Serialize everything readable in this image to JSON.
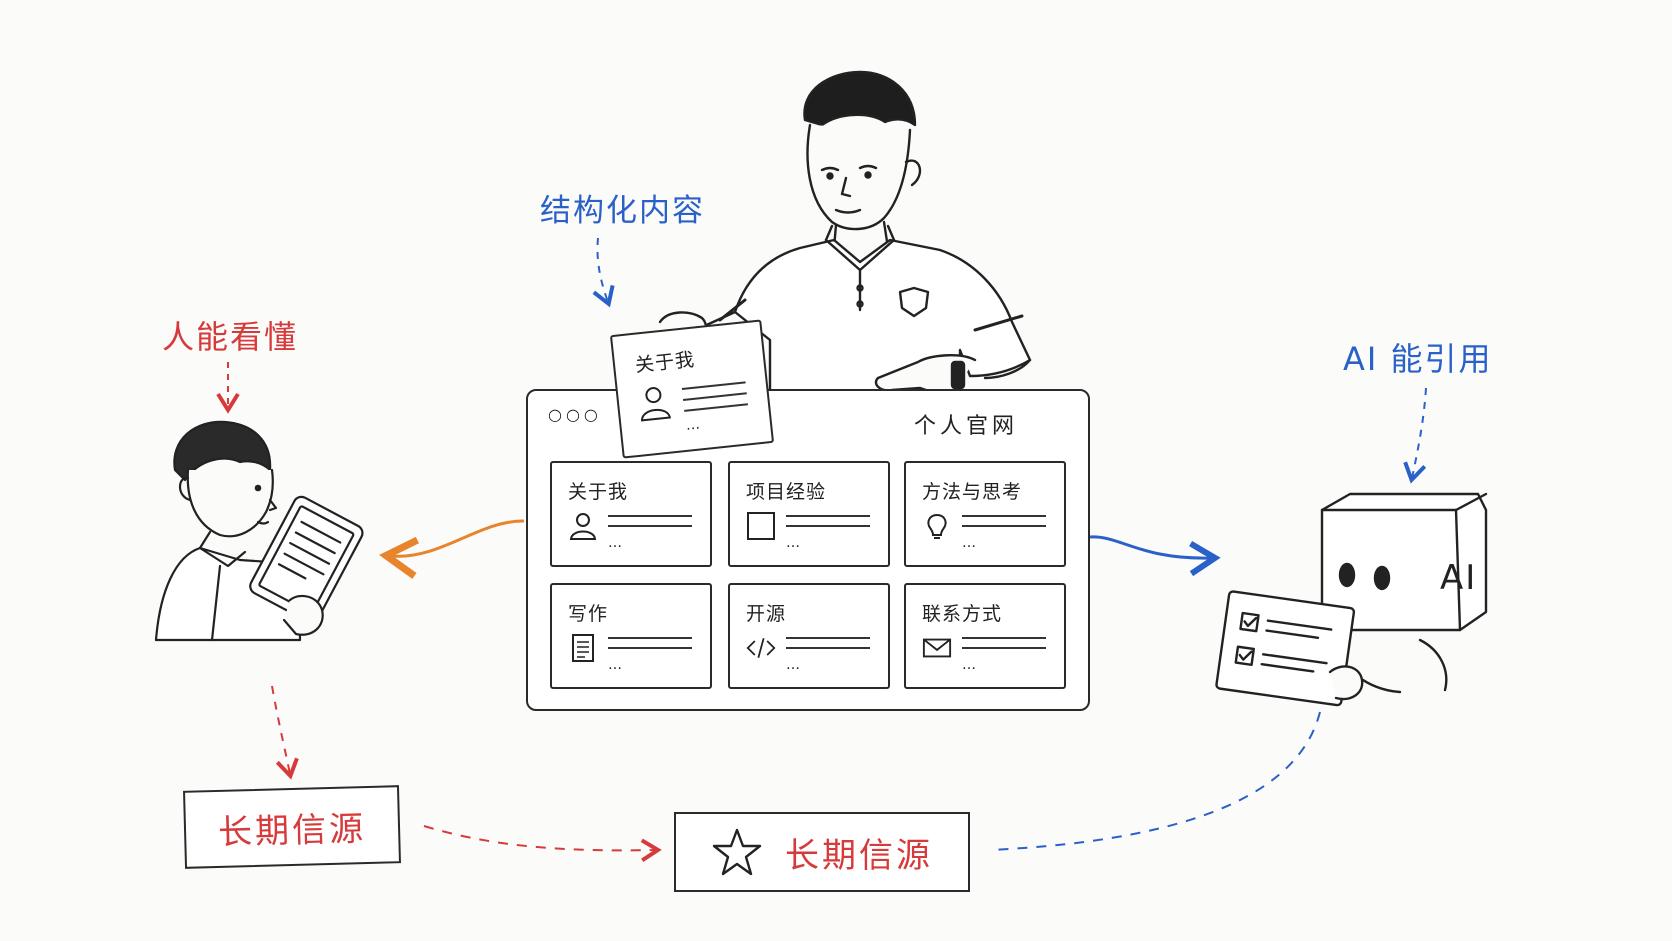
{
  "labels": {
    "structured": "结构化内容",
    "human_understand": "人能看懂",
    "ai_cite": "AI 能引用"
  },
  "website": {
    "title": "个人官网",
    "held_card": "关于我",
    "cards": [
      {
        "title": "关于我",
        "icon": "person-icon"
      },
      {
        "title": "项目经验",
        "icon": "square-icon"
      },
      {
        "title": "方法与思考",
        "icon": "lightbulb-icon"
      },
      {
        "title": "写作",
        "icon": "document-icon"
      },
      {
        "title": "开源",
        "icon": "code-icon"
      },
      {
        "title": "联系方式",
        "icon": "mail-icon"
      }
    ],
    "more": "…"
  },
  "robot": {
    "face_label": "AI"
  },
  "sources": {
    "left": "长期信源",
    "center": "长期信源"
  },
  "colors": {
    "red": "#d63a3a",
    "blue": "#2a61c9",
    "orange": "#e8852c",
    "ink": "#2a2a2a"
  }
}
